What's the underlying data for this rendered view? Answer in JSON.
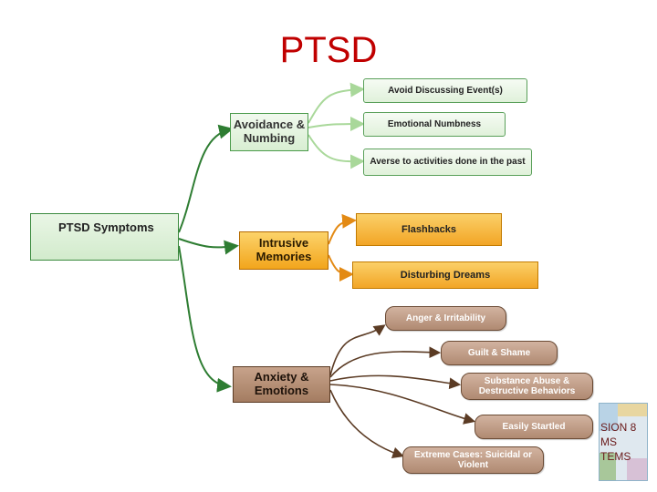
{
  "title": "PTSD",
  "root": {
    "label": "PTSD Symptoms"
  },
  "categories": [
    {
      "label": "Avoidance &\nNumbing",
      "items": [
        "Avoid Discussing Event(s)",
        "Emotional Numbness",
        "Averse to activities done in the past"
      ]
    },
    {
      "label": "Intrusive\nMemories",
      "items": [
        "Flashbacks",
        "Disturbing Dreams"
      ]
    },
    {
      "label": "Anxiety &\nEmotions",
      "items": [
        "Anger & Irritability",
        "Guilt & Shame",
        "Substance Abuse &\nDestructive Behaviors",
        "Easily Startled",
        "Extreme Cases: Suicidal or\nViolent"
      ]
    }
  ],
  "thumbnail": {
    "lines": [
      "SION 8",
      "MS",
      "TEMS"
    ]
  },
  "colors": {
    "title": "#c00000",
    "green": "#3b8a3e",
    "orange": "#f2a51c",
    "brown": "#6a4a34"
  }
}
